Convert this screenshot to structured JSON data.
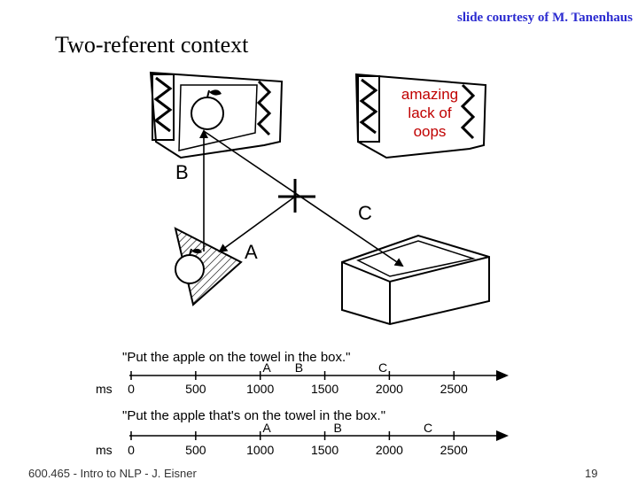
{
  "header": {
    "credit": "slide courtesy of M. Tanenhaus",
    "title": "Two-referent context"
  },
  "scene": {
    "note": "amazing lack of oops",
    "point_labels": {
      "B": "B",
      "C": "C",
      "A": "A"
    }
  },
  "timelines": [
    {
      "sentence": "\"Put the apple on the towel in the box.\"",
      "unit": "ms",
      "ticks": [
        "0",
        "500",
        "1000",
        "1500",
        "2000",
        "2500"
      ],
      "markers": [
        {
          "label": "A",
          "ms": 1050
        },
        {
          "label": "B",
          "ms": 1300
        },
        {
          "label": "C",
          "ms": 1950
        }
      ]
    },
    {
      "sentence": "\"Put the apple that's on the towel in the box.\"",
      "unit": "ms",
      "ticks": [
        "0",
        "500",
        "1000",
        "1500",
        "2000",
        "2500"
      ],
      "markers": [
        {
          "label": "A",
          "ms": 1050
        },
        {
          "label": "B",
          "ms": 1600
        },
        {
          "label": "C",
          "ms": 2300
        }
      ]
    }
  ],
  "footer": {
    "course": "600.465 - Intro to NLP - J. Eisner",
    "page": "19"
  }
}
